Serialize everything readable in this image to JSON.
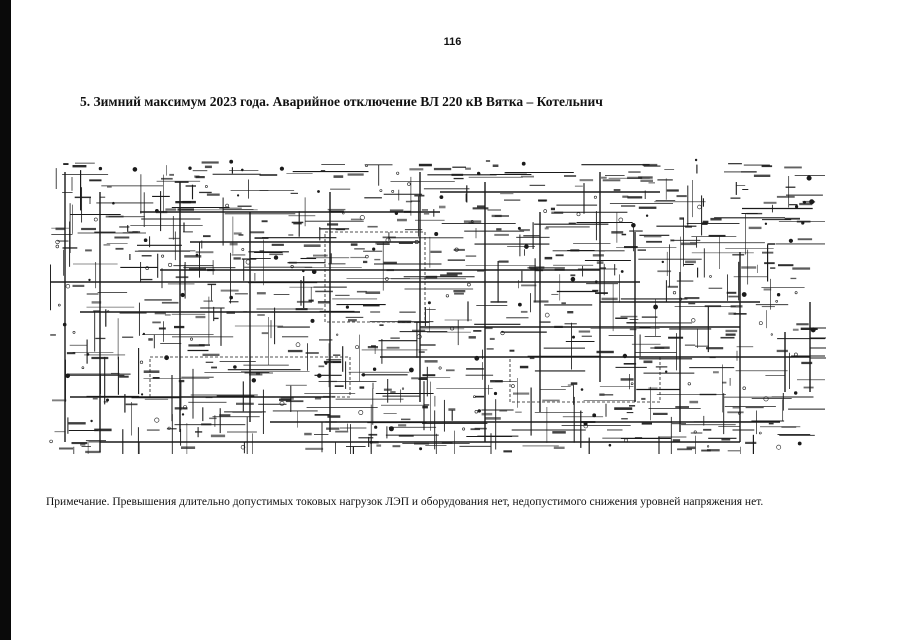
{
  "page": {
    "number": "116",
    "title": "5. Зимний максимум 2023 года. Аварийное отключение ВЛ 220 кВ Вятка – Котельнич",
    "note": "Примечание. Превышения длительно допустимых токовых нагрузок ЛЭП и оборудования нет, недопустимого снижения уровней напряжения нет."
  },
  "scheme": {
    "ink_color": "#1a1a1a"
  }
}
